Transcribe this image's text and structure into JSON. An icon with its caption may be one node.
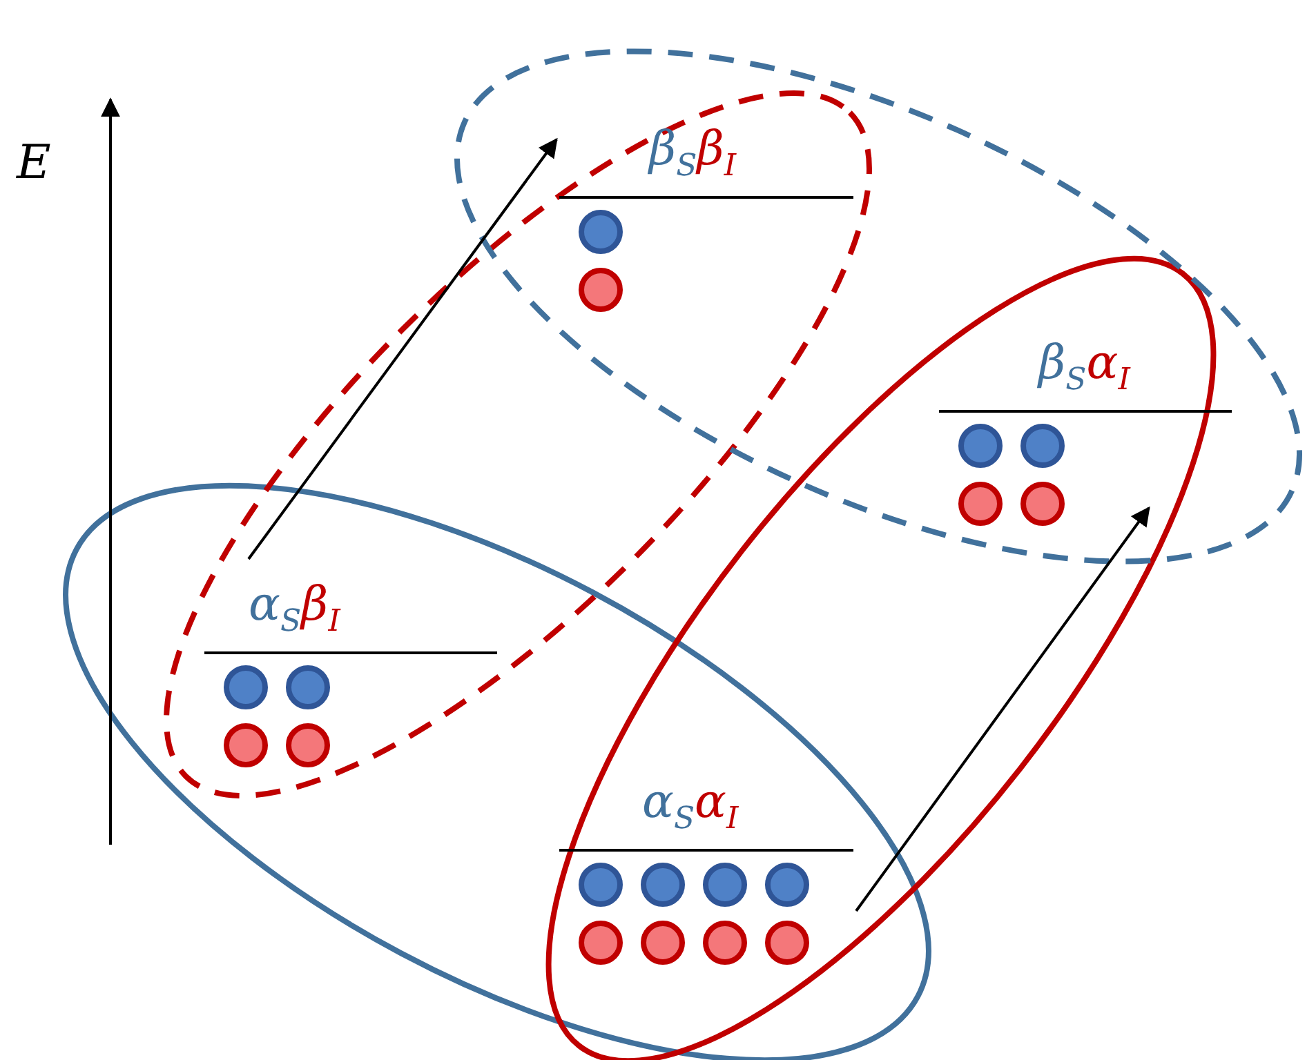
{
  "diagram": {
    "nodes": [
      {
        "text": [
          "β$_{S}$β$_{I}$"
        ]
      },
      {
        "text": [
          "β$_{S}$α$_{I}$"
        ]
      },
      {
        "text": [
          "α$_{S}$β$_{I}$"
        ]
      },
      {
        "text": [
          "α$_{S}$α$_{I}$"
        ]
      }
    ],
    "edges": [
      {
        "from": 2,
        "to": 0,
        "arrow": "to"
      },
      {
        "from": 3,
        "to": 1,
        "arrow": "to"
      }
    ],
    "labels": [
      "E"
    ]
  }
}
